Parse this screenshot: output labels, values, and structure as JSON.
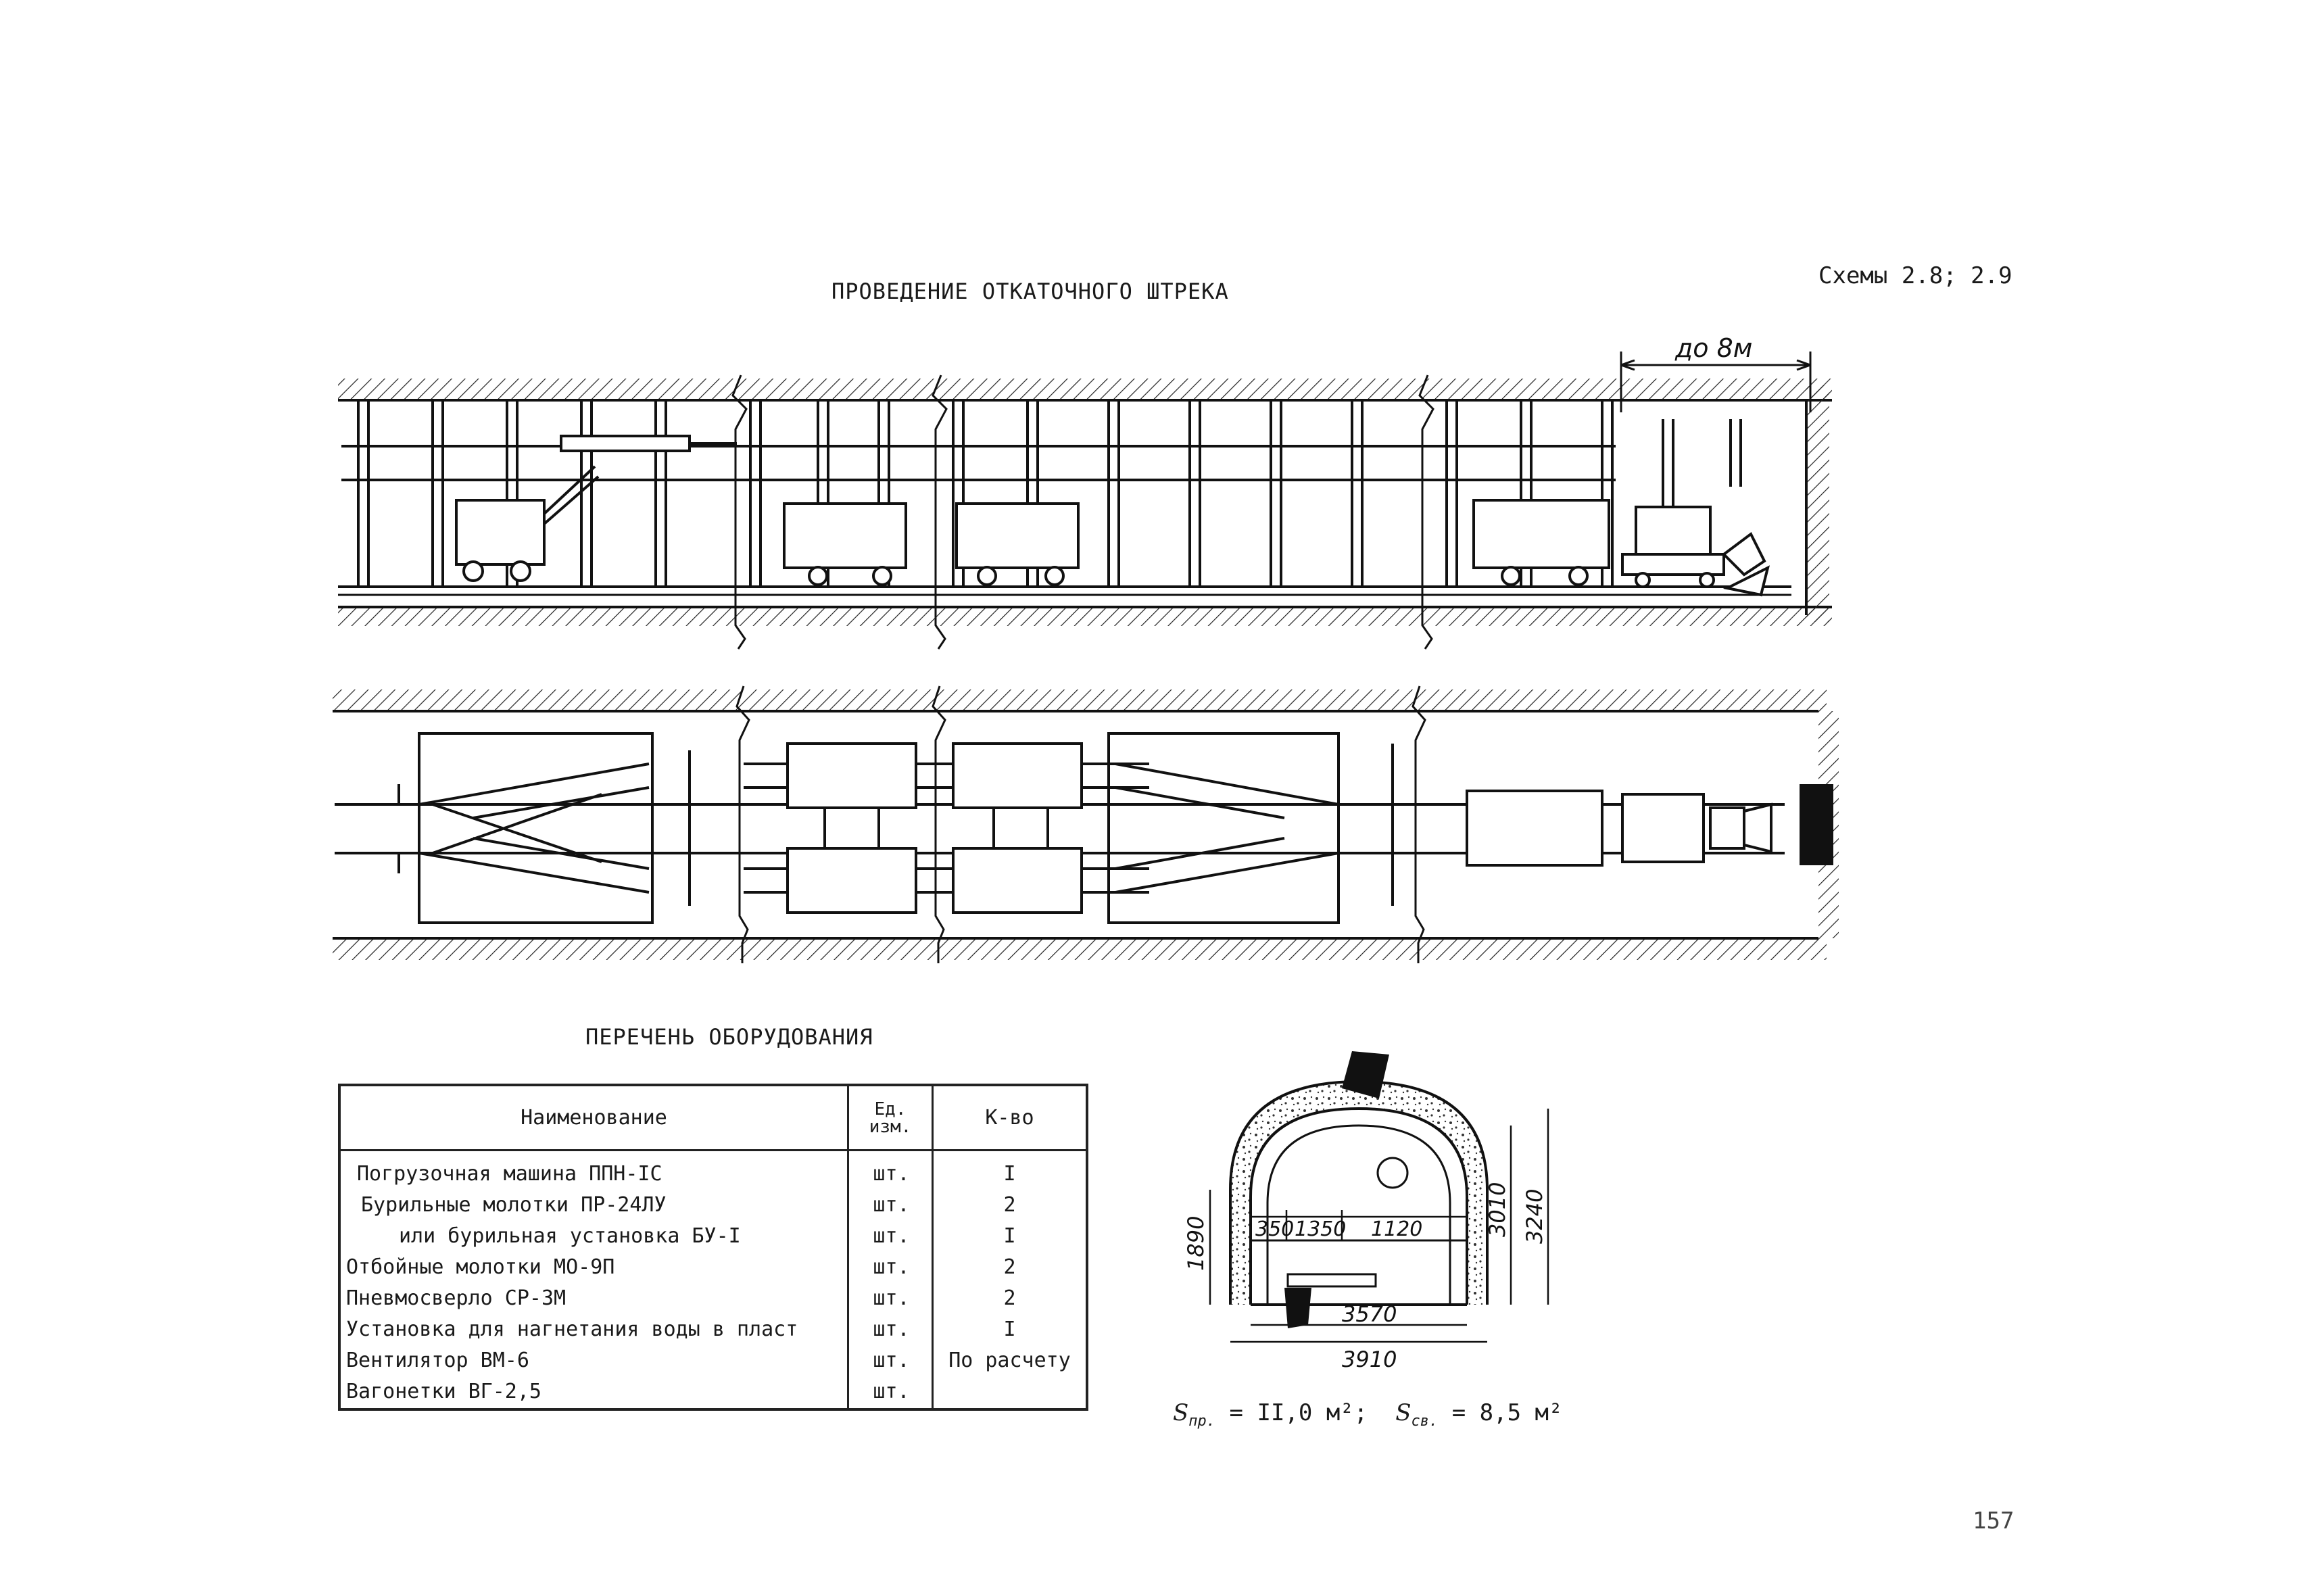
{
  "header": {
    "title": "ПРОВЕДЕНИЕ ОТКАТОЧНОГО ШТРЕКА",
    "scheme_ref": "Схемы 2.8; 2.9"
  },
  "drawing": {
    "face_distance_label": "до 8м"
  },
  "equipment_list": {
    "title": "ПЕРЕЧЕНЬ ОБОРУДОВАНИЯ",
    "columns": {
      "name": "Наименование",
      "unit_line1": "Ед.",
      "unit_line2": "изм.",
      "qty": "К-во"
    },
    "rows": [
      {
        "name": "Погрузочная машина ППН-IC",
        "unit": "шт.",
        "qty": "I"
      },
      {
        "name": "Бурильные молотки ПР-24ЛУ",
        "unit": "шт.",
        "qty": "2"
      },
      {
        "name": "или бурильная установка БУ-I",
        "unit": "шт.",
        "qty": "I"
      },
      {
        "name": "Отбойные молотки МО-9П",
        "unit": "шт.",
        "qty": "2"
      },
      {
        "name": "Пневмосверло СР-3М",
        "unit": "шт.",
        "qty": "2"
      },
      {
        "name": "Установка для нагнетания воды в пласт",
        "unit": "шт.",
        "qty": "I"
      },
      {
        "name": "Вентилятор ВМ-6",
        "unit": "шт.",
        "qty": "По расчету"
      },
      {
        "name": "Вагонетки ВГ-2,5",
        "unit": "шт.",
        "qty": ""
      }
    ]
  },
  "cross_section": {
    "dims": {
      "seg1": "350",
      "seg2": "1350",
      "seg3": "1120",
      "side_height": "1890",
      "inner_height": "3010",
      "outer_height": "3240",
      "inner_width": "3570",
      "outer_width": "3910"
    },
    "area_formula": {
      "s_pr_symbol": "S",
      "s_pr_sub": "пр.",
      "s_pr_value": "= II,0 м²;",
      "s_sv_symbol": "S",
      "s_sv_sub": "св.",
      "s_sv_value": "= 8,5 м²"
    }
  },
  "footer": {
    "page_number": "157"
  }
}
